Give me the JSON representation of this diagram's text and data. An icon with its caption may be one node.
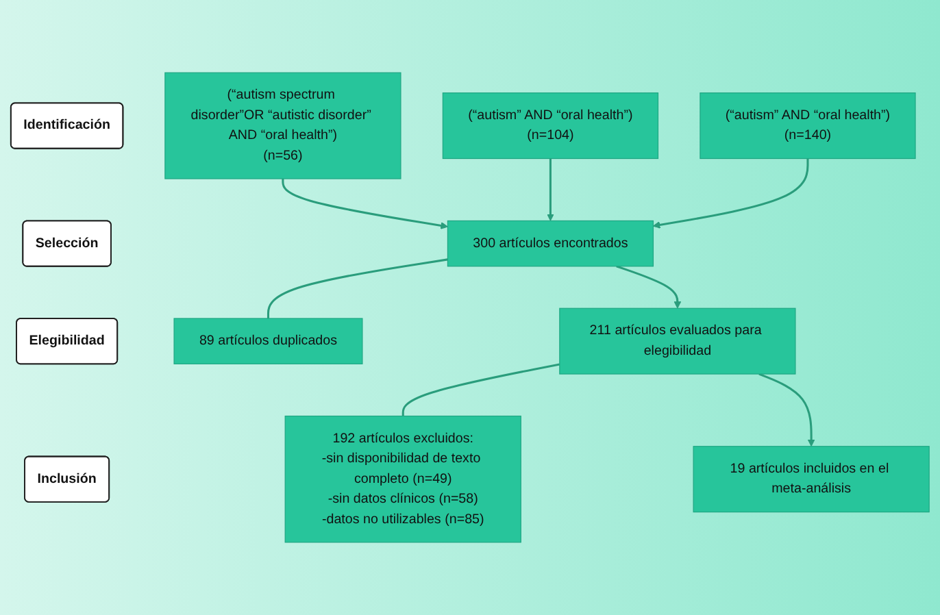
{
  "diagram": {
    "nodes": [
      {
        "text": [
          "Identificación"
        ]
      },
      {
        "text": [
          "Selección"
        ]
      },
      {
        "text": [
          "Elegibilidad"
        ]
      },
      {
        "text": [
          "Inclusión"
        ]
      },
      {
        "text": [
          "(“autism spectrum disorder”OR “autistic disorder” AND “oral health”)",
          "(n=56)"
        ]
      },
      {
        "text": [
          "(“autism” AND “oral health”)",
          "(n=104)"
        ]
      },
      {
        "text": [
          "(“autism” AND “oral health”)",
          "(n=140)"
        ]
      },
      {
        "text": [
          "300 artículos encontrados"
        ]
      },
      {
        "text": [
          "89 artículos duplicados"
        ]
      },
      {
        "text": [
          "211 artículos evaluados para elegibilidad"
        ]
      },
      {
        "text": [
          "192 artículos excluidos:",
          "-sin disponibilidad de texto completo (n=49)",
          "-sin datos clínicos (n=58)",
          "-datos no utilizables (n=85)"
        ]
      },
      {
        "text": [
          "19 artículos incluidos en el meta-análisis"
        ]
      }
    ],
    "edges": [
      {
        "from": 4,
        "to": 7,
        "arrow": "to"
      },
      {
        "from": 5,
        "to": 7,
        "arrow": "to"
      },
      {
        "from": 6,
        "to": 7,
        "arrow": "to"
      },
      {
        "from": 7,
        "to": 8,
        "arrow": "none"
      },
      {
        "from": 7,
        "to": 9,
        "arrow": "to"
      },
      {
        "from": 9,
        "to": 10,
        "arrow": "none"
      },
      {
        "from": 9,
        "to": 11,
        "arrow": "to"
      }
    ]
  }
}
